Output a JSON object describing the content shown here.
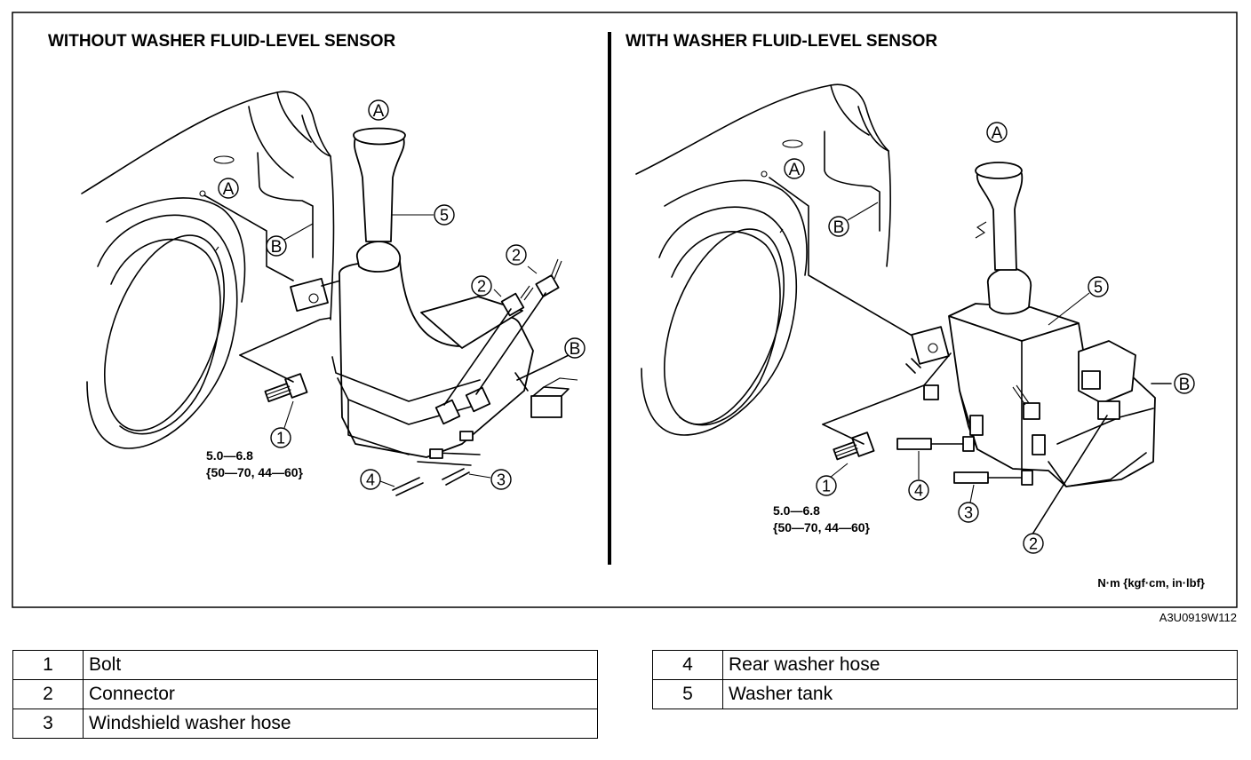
{
  "panels": {
    "left_title": "WITHOUT WASHER FLUID-LEVEL SENSOR",
    "right_title": "WITH WASHER FLUID-LEVEL SENSOR"
  },
  "torque": {
    "line1": "5.0—6.8",
    "line2": "{50—70, 44—60}"
  },
  "units": "N·m {kgf·cm, in·lbf}",
  "figure_id": "A3U0919W112",
  "callouts": {
    "one": "1",
    "two": "2",
    "three": "3",
    "four": "4",
    "five": "5",
    "a": "A",
    "b": "B"
  },
  "legend": {
    "left": [
      {
        "num": "1",
        "label": "Bolt"
      },
      {
        "num": "2",
        "label": "Connector"
      },
      {
        "num": "3",
        "label": "Windshield washer hose"
      }
    ],
    "right": [
      {
        "num": "4",
        "label": "Rear washer hose"
      },
      {
        "num": "5",
        "label": "Washer tank"
      }
    ]
  }
}
